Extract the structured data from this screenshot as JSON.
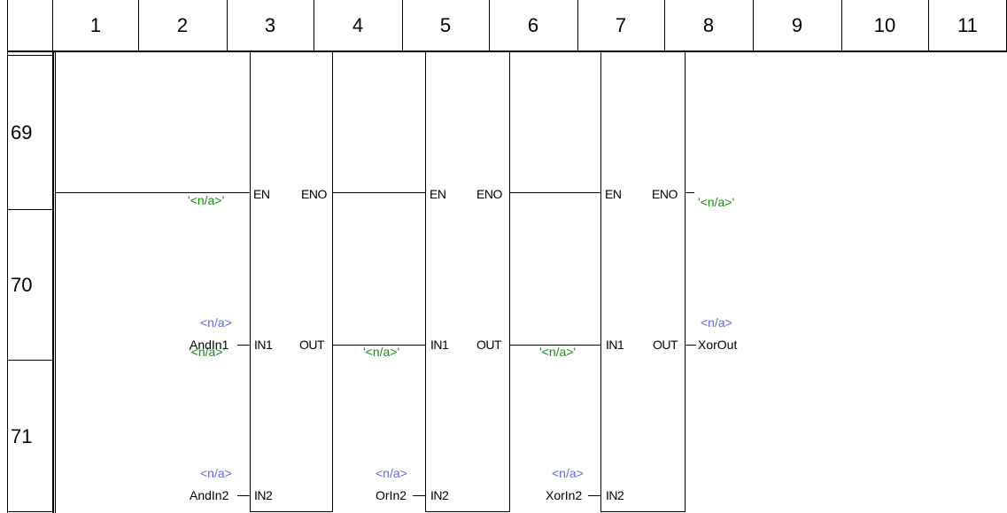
{
  "columns": [
    "1",
    "2",
    "3",
    "4",
    "5",
    "6",
    "7",
    "8",
    "9",
    "10",
    "11"
  ],
  "rows": [
    "69",
    "70",
    "71"
  ],
  "blocks": [
    {
      "en": "EN",
      "eno": "ENO",
      "in1": "IN1",
      "out": "OUT",
      "in2": "IN2"
    },
    {
      "en": "EN",
      "eno": "ENO",
      "in1": "IN1",
      "out": "OUT",
      "in2": "IN2"
    },
    {
      "en": "EN",
      "eno": "ENO",
      "in1": "IN1",
      "out": "OUT",
      "in2": "IN2"
    }
  ],
  "labels": {
    "na": "<n/a>",
    "na_quoted": "'<n/a>'",
    "and_in1": "AndIn1",
    "and_in2": "AndIn2",
    "or_in2": "OrIn2",
    "xor_in2": "XorIn2",
    "xor_out": "XorOut"
  },
  "colors": {
    "comment": "#1a8a1a",
    "type": "#6666dd"
  }
}
